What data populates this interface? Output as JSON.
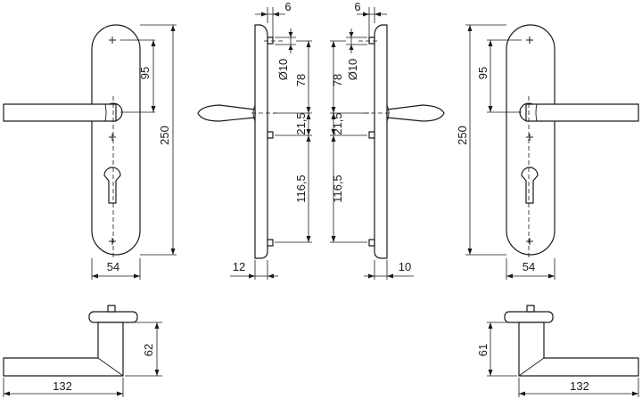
{
  "dimensions": {
    "front_left": {
      "height": "250",
      "spindle_to_top": "95",
      "width": "54"
    },
    "side_left": {
      "top_offset": "6",
      "diameter": "Ø10",
      "top_to_spindle": "78",
      "spindle_to_screw": "21,5",
      "screw_to_bottom": "116,5",
      "depth": "12"
    },
    "side_right": {
      "top_offset": "6",
      "diameter": "Ø10",
      "top_to_spindle": "78",
      "spindle_to_screw": "21,5",
      "screw_to_bottom": "116,5",
      "depth": "10"
    },
    "front_right": {
      "height": "250",
      "spindle_to_top": "95",
      "width": "54"
    },
    "plan_left": {
      "length": "132",
      "projection": "62"
    },
    "plan_right": {
      "length": "132",
      "projection": "61"
    }
  },
  "colors": {
    "line": "#1a1a1a",
    "background": "#ffffff"
  }
}
